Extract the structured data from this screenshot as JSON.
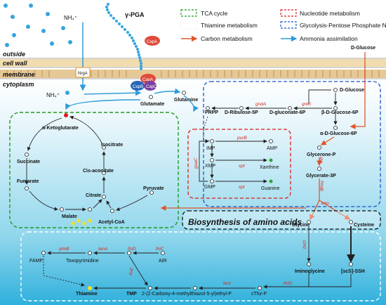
{
  "legend": {
    "tca": "TCA cycle",
    "thiamine": "Thiamine metabolism",
    "nucleotide": "Nucleotide metabolism",
    "glycolysis": "Glycolysis-Pentose Phosphate Network",
    "carbon": "Carbon metabolism",
    "ammonia": "Ammonia assimilation"
  },
  "cell_regions": {
    "outside": "outside",
    "cell_wall": "cell wall",
    "membrane": "membrane",
    "cytoplasm": "cytoplasm"
  },
  "transport": {
    "nh4_out": "NH₄⁺",
    "nh4_in": "NH₄⁺",
    "nrga": "NrgA",
    "pga": "γ-PGA",
    "capa_top": "CapA",
    "capa_low": "CapA",
    "capb": "CapB",
    "capc": "CapC"
  },
  "ppp": {
    "glutamate": "Glutamate",
    "glutamine": "Glutamine",
    "prpp": "PRPP",
    "d_ribulose_5p": "D-Ribulose-5P",
    "d_gluconate_6p": "D-gluconate-6P",
    "b_d_glucose_6p": "β-D-Glucose-6P",
    "d_glucose_in": "D-Glucose",
    "d_glucose_out": "D-Glucose",
    "a_d_glucose_6p": "α-D-Glucose-6P",
    "glycerone_p": "Glycerone-P",
    "glycerate_3p": "Glycerate-3P",
    "gnda": "gndA",
    "gntk": "gntK",
    "glp": "glp",
    "gpm": "gpmI",
    "eno": "eno"
  },
  "tca": {
    "akg": "α-Ketoglutarate",
    "succinate": "Succinate",
    "fumarate": "Fumarate",
    "malate": "Malate",
    "isocitrate": "Isocitrate",
    "cis_aconitate": "Cis-aconitate",
    "citrate": "Citrate",
    "acetyl_coa": "Acetyl-CoA",
    "pyruvate": "Pyruvate"
  },
  "nucleotide": {
    "imp": "IMP",
    "amp": "AMP",
    "xmp": "XMP",
    "xanthine": "Xanthine",
    "gmp": "GMP",
    "guanine": "Guanine",
    "purb": "purB",
    "xpt1": "xpt",
    "xpt2": "xpt",
    "guac": "guaC"
  },
  "amino": {
    "title": "Biosynthesis of amino acids",
    "glycine": "Glycine",
    "cysteine": "Cysteine",
    "thio": "thiO"
  },
  "thiamine": {
    "famp": "FAMP",
    "toxopyrimidine": "Toxopyrimidine",
    "air": "AIR",
    "thiamine": "Thiamine",
    "tmp": "TMP",
    "thz_p": "2-(2-Carboxy-4-methylthiazol-5-yl)ethyl-P",
    "cthz_p": "cThz-P",
    "iminoglycine": "Iminoglycine",
    "scs_sh": "[scS]-SSH",
    "ylmb": "ylmB",
    "tena1": "tenA",
    "thid": "thiD",
    "thic": "thiC",
    "thie": "thiE",
    "teni": "tenI",
    "thig": "thiG"
  },
  "colors": {
    "tca_box": "#1e9a1e",
    "nucleotide_box": "#e01b1b",
    "glycolysis_box": "#1e50c8",
    "carbon_arrow": "#e0552a",
    "ammonia_arrow": "#2e9bd8",
    "thiamine_box": "#ffffff"
  }
}
